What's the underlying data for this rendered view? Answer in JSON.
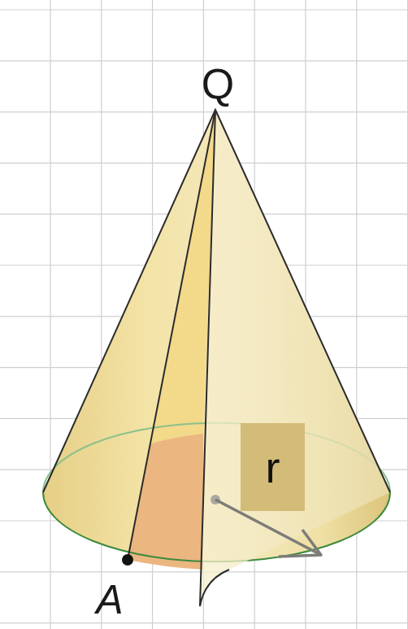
{
  "diagram": {
    "nodes": [
      {
        "text": [
          "r"
        ]
      }
    ],
    "labels": [
      "Q",
      "A"
    ]
  }
}
